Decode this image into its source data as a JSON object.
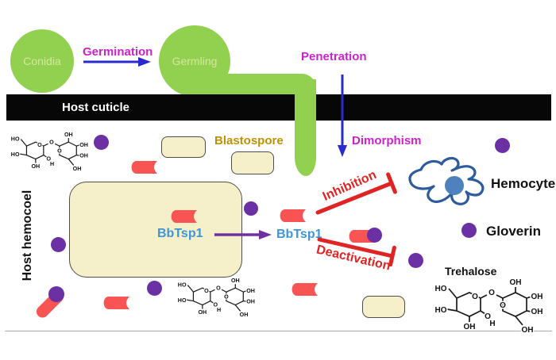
{
  "labels": {
    "conidia": "Conidia",
    "germination": "Germination",
    "germling": "Germling",
    "penetration": "Penetration",
    "host_cuticle": "Host cuticle",
    "blastospore": "Blastospore",
    "dimorphism": "Dimorphism",
    "hemocyte": "Hemocyte",
    "gloverin": "Gloverin",
    "trehalose": "Trehalose",
    "host_hemocoel": "Host hemocoel",
    "bbtsp1_intracellular": "BbTsp1",
    "bbtsp1_secreted": "BbTsp1",
    "inhibition": "Inhibition",
    "deactivation": "Deactivation"
  },
  "molecule": {
    "ho": "HO",
    "oh": "OH",
    "o": "O",
    "h": "H"
  },
  "colors": {
    "fungus_green": "#92d050",
    "stage_label": "#d6e79e",
    "process_magenta": "#cc22cc",
    "arrow_blue": "#2a2ace",
    "secretion_purple": "#7030a0",
    "gloverin_purple": "#6b30a3",
    "protein_red": "#f85454",
    "action_red": "#e02424",
    "bbtsp1_blue": "#3e95d8",
    "blastospore_gold": "#bf9000",
    "cell_cream": "#f5f0ca",
    "cell_border": "#4d4d4d",
    "hemocyte_outline": "#2e5b9b",
    "nucleus_blue": "#4f81bd",
    "cuticle_black": "#070707",
    "bond_black": "#1a1a1a",
    "divider_gray": "#aaaaaa",
    "text_black": "#111111"
  }
}
